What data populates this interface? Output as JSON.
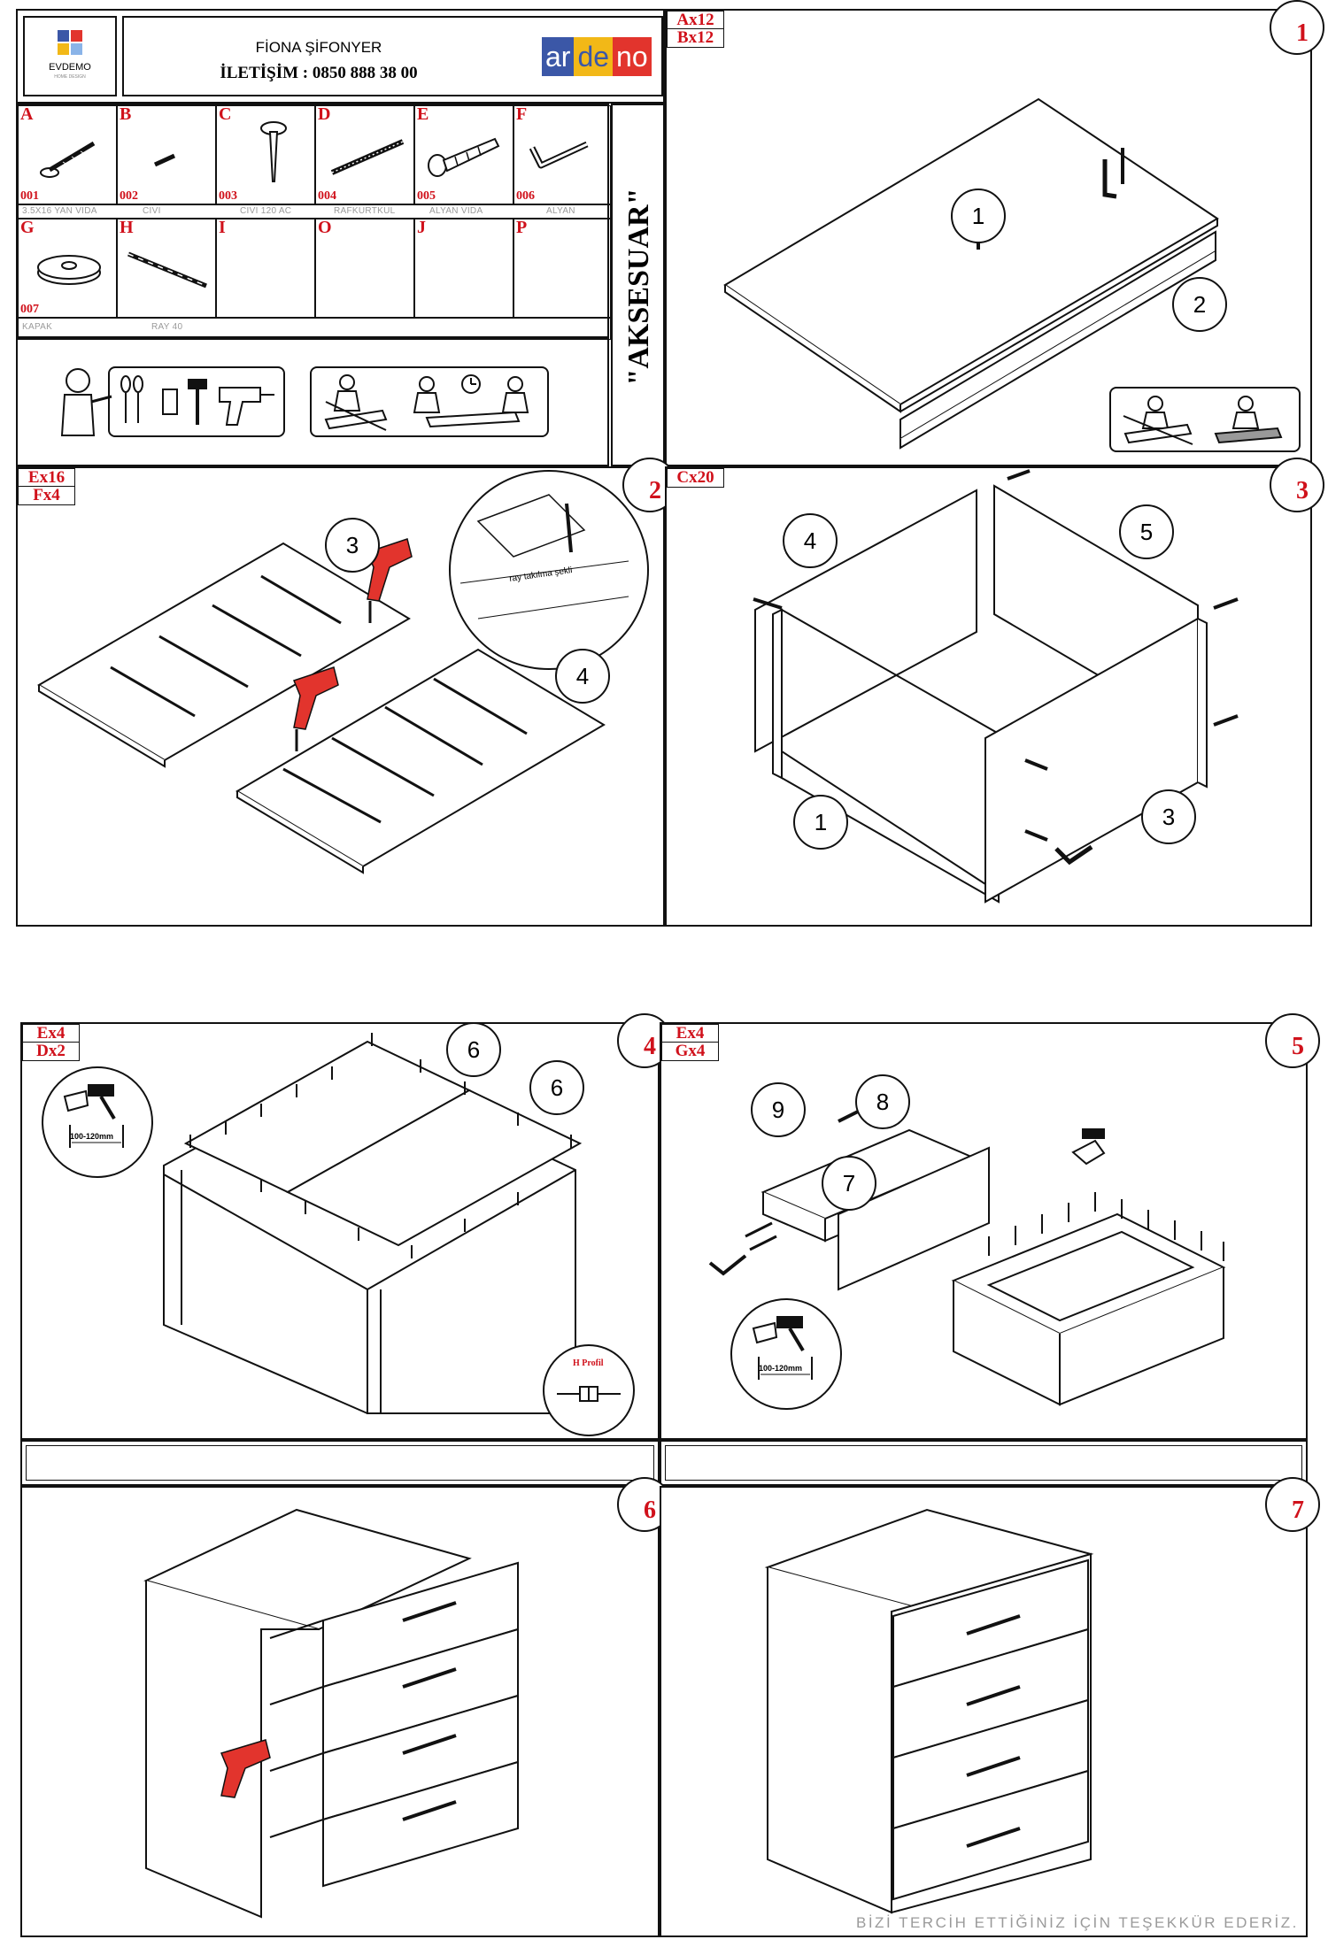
{
  "header": {
    "brand_name": "EVDEMO",
    "brand_tagline": "HOME DESIGN",
    "product_name": "FİONA ŞİFONYER",
    "contact": "İLETİŞİM : 0850 888 38 00",
    "logo_parts": [
      "ar",
      "de",
      "no"
    ]
  },
  "accessory_title": "\"AKSESUAR\"",
  "parts": [
    {
      "letter": "A",
      "code": "001",
      "desc": "3.5X16 YAN VIDA"
    },
    {
      "letter": "B",
      "code": "002",
      "desc": "CIVI"
    },
    {
      "letter": "C",
      "code": "003",
      "desc": "CIVI 120 AC"
    },
    {
      "letter": "D",
      "code": "004",
      "desc": "RAFKURTKUL"
    },
    {
      "letter": "E",
      "code": "005",
      "desc": "ALYAN VIDA"
    },
    {
      "letter": "F",
      "code": "006",
      "desc": "ALYAN"
    },
    {
      "letter": "G",
      "code": "007",
      "desc": "KAPAK"
    },
    {
      "letter": "H",
      "code": "",
      "desc": "RAY 40"
    },
    {
      "letter": "I",
      "code": "",
      "desc": ""
    },
    {
      "letter": "O",
      "code": "",
      "desc": ""
    },
    {
      "letter": "J",
      "code": "",
      "desc": ""
    },
    {
      "letter": "P",
      "code": "",
      "desc": ""
    }
  ],
  "steps": [
    {
      "number": "1",
      "tags": [
        "Ax12",
        "Bx12"
      ],
      "callouts": [
        "1",
        "2"
      ]
    },
    {
      "number": "2",
      "tags": [
        "Ex16",
        "Fx4"
      ],
      "callouts": [
        "3",
        "4"
      ],
      "detail_label": "ray takılma şekli"
    },
    {
      "number": "3",
      "tags": [
        "Cx20"
      ],
      "callouts": [
        "4",
        "5",
        "1",
        "3"
      ]
    },
    {
      "number": "4",
      "tags": [
        "Ex4",
        "Dx2"
      ],
      "callouts": [
        "6",
        "6"
      ],
      "nail_spacing": "100-120mm",
      "profile_label": "H Profil"
    },
    {
      "number": "5",
      "tags": [
        "Ex4",
        "Gx4"
      ],
      "callouts": [
        "9",
        "8",
        "7"
      ],
      "nail_spacing": "100-120mm"
    },
    {
      "number": "6",
      "tags": [],
      "callouts": []
    },
    {
      "number": "7",
      "tags": [],
      "callouts": []
    }
  ],
  "footer_text": "BİZİ TERCİH ETTİĞİNİZ İÇİN TEŞEKKÜR EDERİZ.",
  "colors": {
    "accent_red": "#d0111b",
    "logo_blue": "#3b57a7",
    "logo_yellow": "#f2b817",
    "logo_red": "#e2342d"
  }
}
